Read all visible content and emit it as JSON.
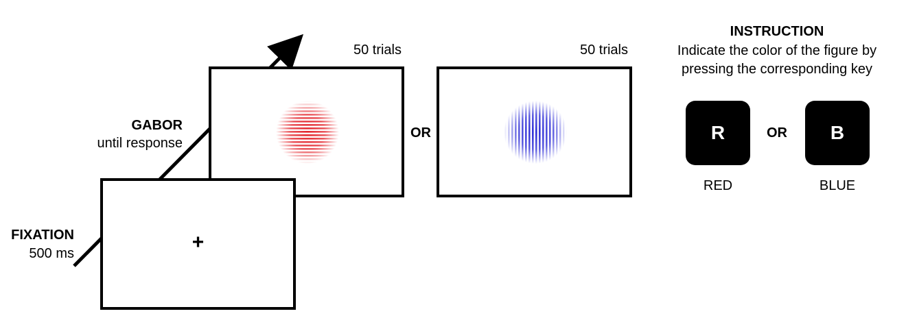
{
  "fixation": {
    "title": "FIXATION",
    "duration": "500 ms",
    "symbol": "+"
  },
  "gabor": {
    "title": "GABOR",
    "duration": "until response",
    "red_trials": "50 trials",
    "blue_trials": "50 trials",
    "or_text": "OR",
    "red_color": "#e3242b",
    "blue_color": "#2a2ad6"
  },
  "instruction": {
    "title": "INSTRUCTION",
    "line1": "Indicate the color of the figure by",
    "line2": "pressing the corresponding key",
    "or_text": "OR",
    "keys": [
      {
        "key": "R",
        "label": "RED"
      },
      {
        "key": "B",
        "label": "BLUE"
      }
    ]
  }
}
